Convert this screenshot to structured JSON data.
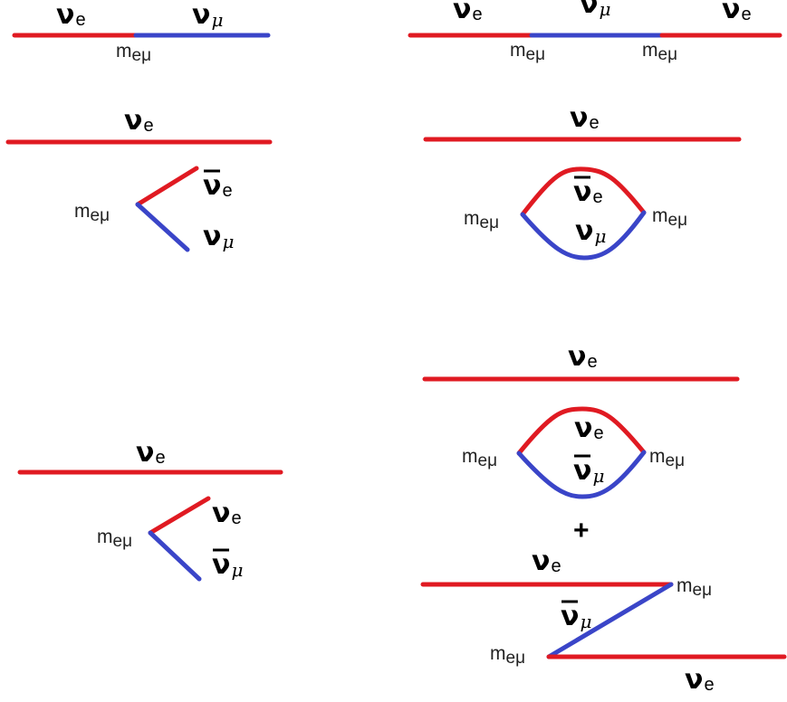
{
  "labels": {
    "nu_e_base": "ν",
    "sub_e": "e",
    "sub_mu": "μ",
    "mass_m": "m",
    "mass_sub": "eμ",
    "plus": "+"
  },
  "colors": {
    "nu_e_line": "#e01a22",
    "nu_mu_line": "#3a45c8"
  }
}
